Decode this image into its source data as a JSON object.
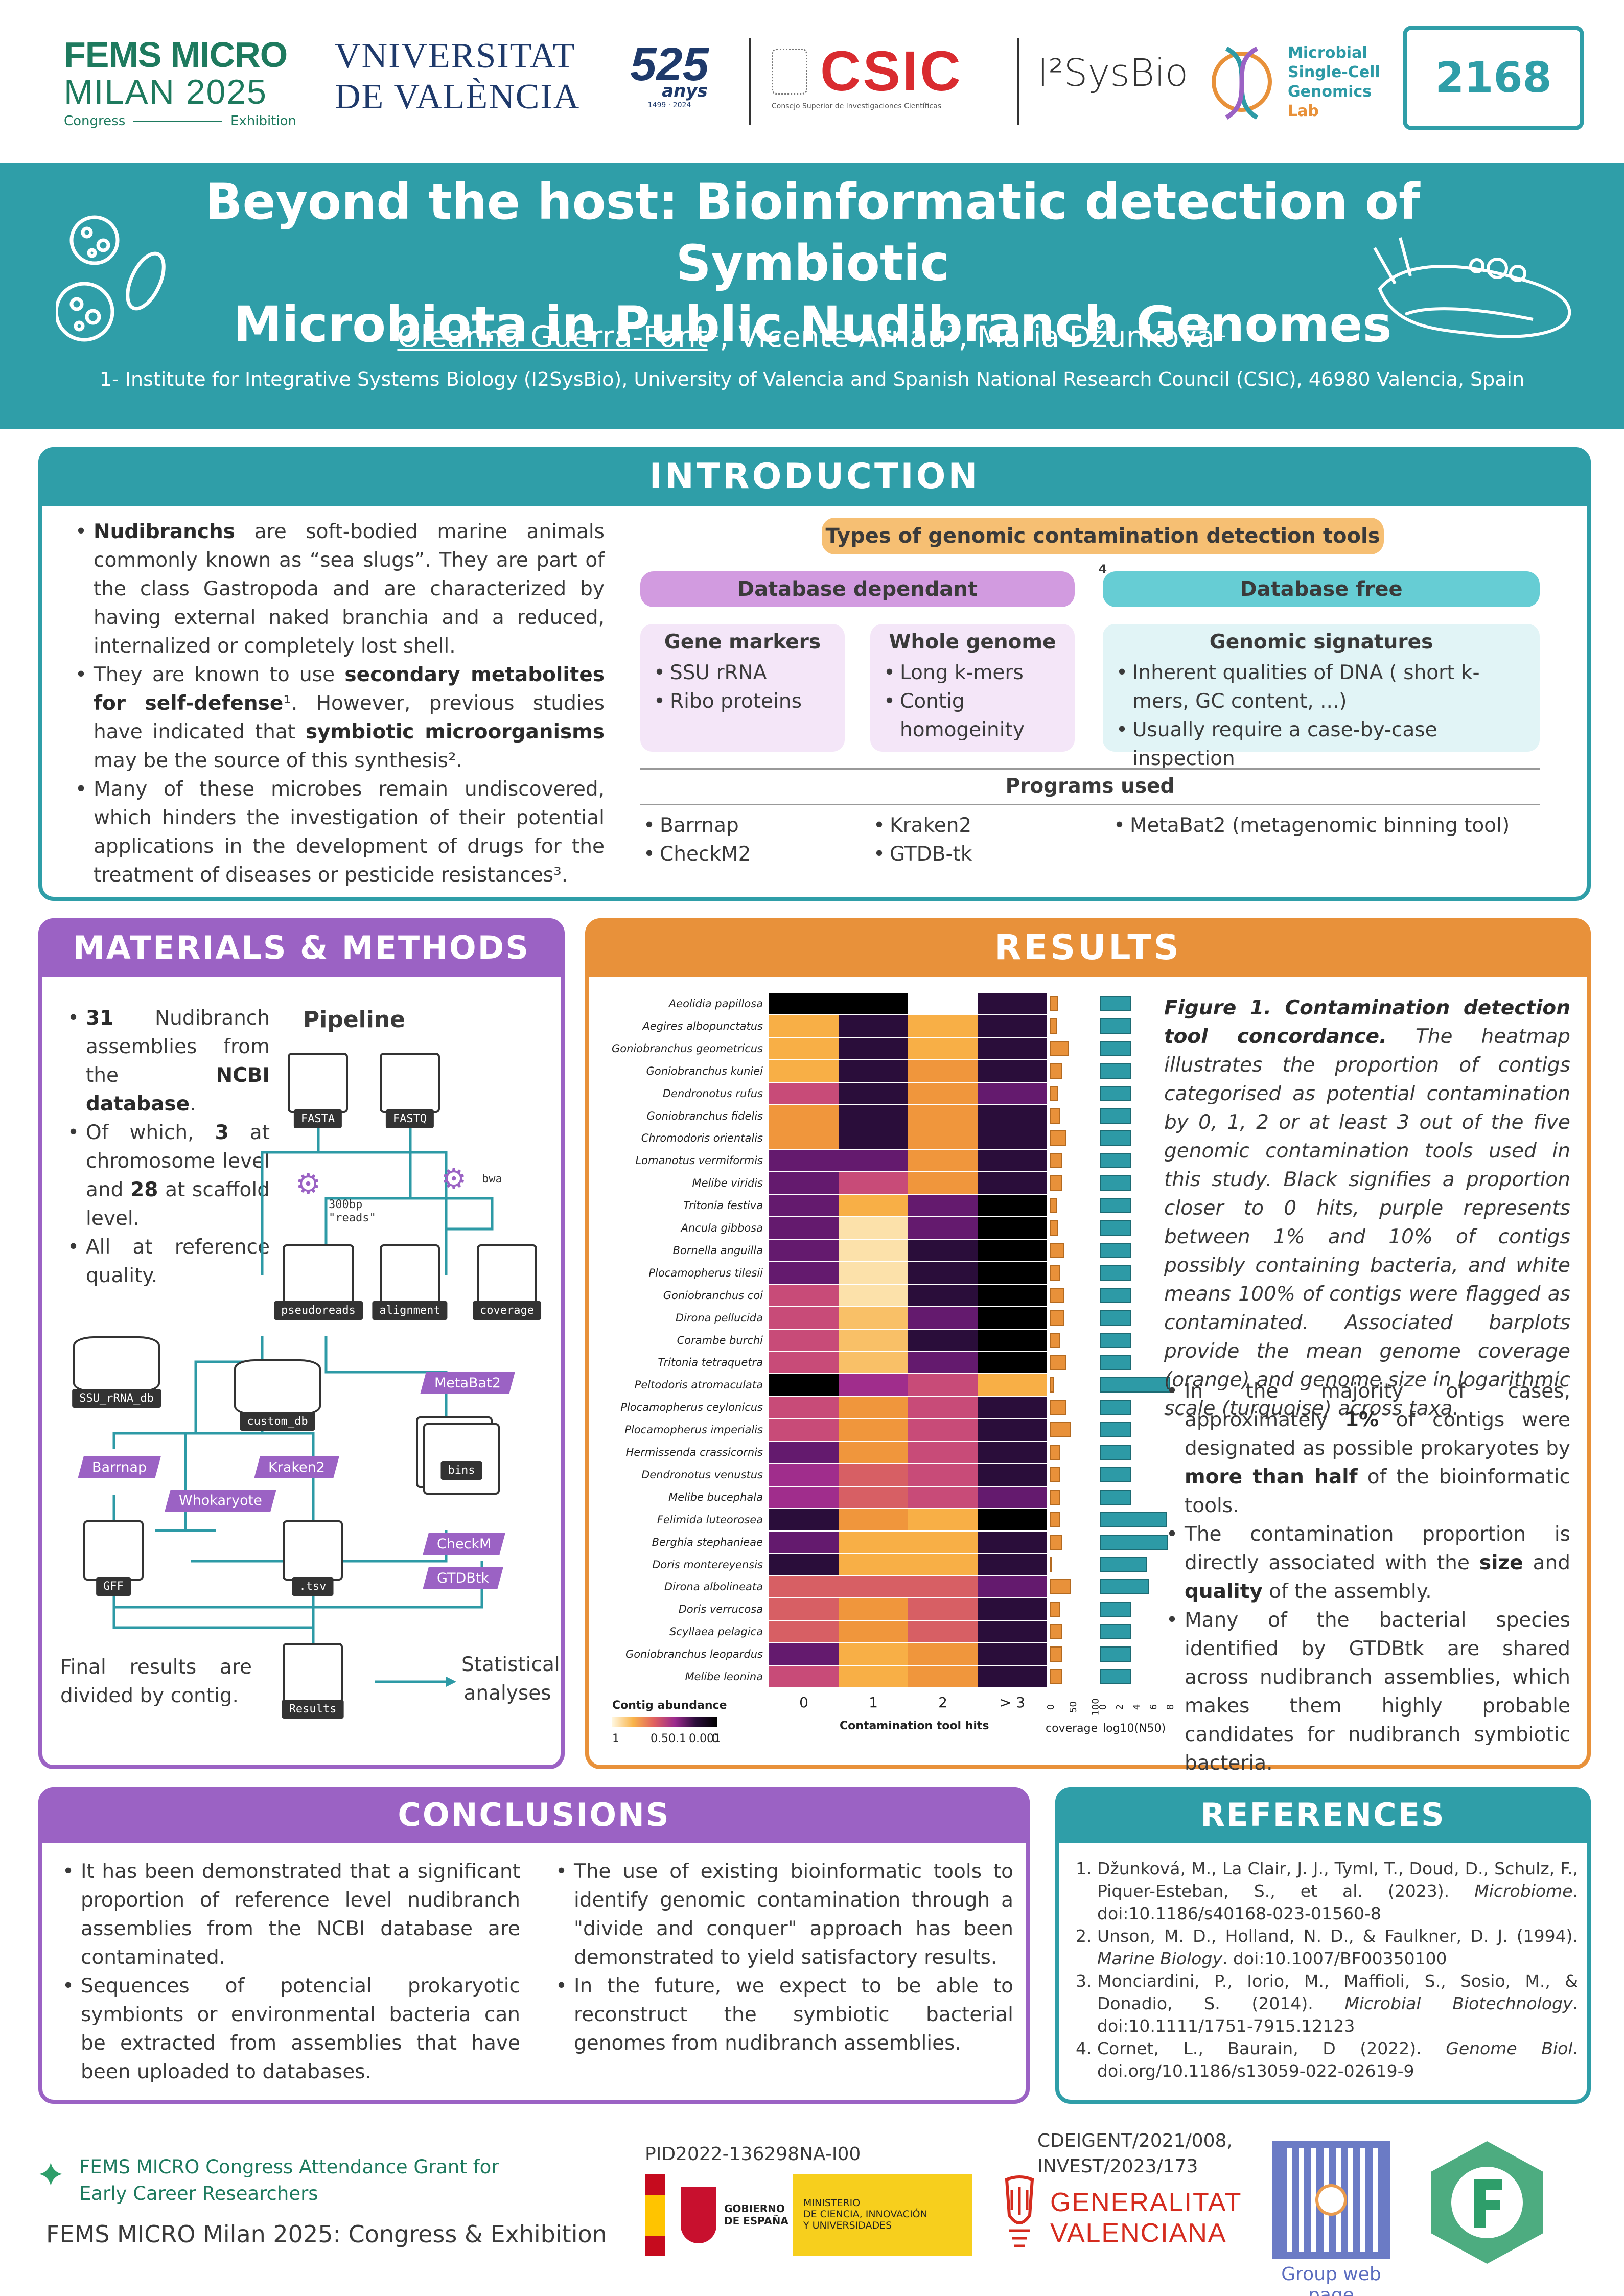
{
  "header": {
    "congress_logo": {
      "line1": "FEMS MICRO",
      "line2": "MILAN 2025",
      "left": "Congress",
      "right": "Exhibition"
    },
    "uv_logo": {
      "line1": "VNIVERSITAT",
      "line2": "DE VALÈNCIA"
    },
    "anniv_logo": {
      "number": "525",
      "word": "anys",
      "years": "1499 · 2024"
    },
    "csic_logo": {
      "name": "CSIC",
      "sub": "Consejo Superior de Investigaciones Científicas"
    },
    "i2sysbio_logo": "I²SysBio",
    "lab_logo": {
      "line1": "Microbial",
      "line2": "Single-Cell",
      "line3": "Genomics",
      "line4": "Lab"
    },
    "poster_number": "2168"
  },
  "title": {
    "line1": "Beyond the host: Bioinformatic detection of Symbiotic",
    "line2": "Microbiota in Public Nudibranch Genomes",
    "presenter": "Oleanna Guerra-Font",
    "authors_rest": "¹, Vicente Arnau¹, Mária Džunková¹",
    "affiliation": "1- Institute for Integrative Systems Biology (I2SysBio), University of Valencia and Spanish National Research Council (CSIC), 46980 Valencia, Spain"
  },
  "colors": {
    "teal": "#2f9ea8",
    "purple": "#9b62c4",
    "orange": "#e8913a"
  },
  "intro": {
    "heading": "INTRODUCTION",
    "p1_bold": "Nudibranchs",
    "p1_rest": " are soft-bodied marine animals commonly known as “sea slugs”. They are part of the class Gastropoda and are characterized by having external naked branchia and a reduced, internalized or completely lost shell.",
    "p2_a": "They are known to use ",
    "p2_bold1": "secondary metabolites for self-defense",
    "p2_b": "¹. However, previous studies have indicated that ",
    "p2_bold2": "symbiotic microorganisms",
    "p2_c": " may be the source of this synthesis².",
    "p3": "Many of these microbes remain undiscovered, which hinders the investigation of their potential applications in the development of drugs for the treatment of diseases or pesticide resistances³.",
    "tools_title": "Types of genomic contamination detection tools ⁴",
    "db_dep": "Database dependant",
    "db_free": "Database free",
    "gene_markers": {
      "title": "Gene markers",
      "items": [
        "SSU rRNA",
        "Ribo proteins"
      ]
    },
    "whole_genome": {
      "title": "Whole genome",
      "items": [
        "Long k-mers",
        "Contig homogeinity"
      ]
    },
    "genomic_sig": {
      "title": "Genomic signatures",
      "items": [
        "Inherent qualities of DNA ( short k-mers, GC content, ...)",
        "Usually require a case-by-case inspection"
      ]
    },
    "programs_title": "Programs used",
    "programs": {
      "col1": [
        "Barrnap",
        "CheckM2"
      ],
      "col2": [
        "Kraken2",
        "GTDB-tk"
      ],
      "col3": [
        "MetaBat2 (metagenomic binning tool)"
      ]
    }
  },
  "methods": {
    "heading": "MATERIALS & METHODS",
    "b1_num": "31",
    "b1_rest": " Nudibranch assemblies from the ",
    "b1_bold": "NCBI database",
    "b1_end": ".",
    "b2_a": "Of which, ",
    "b2_n1": "3",
    "b2_b": " at chromosome level and ",
    "b2_n2": "28",
    "b2_c": " at scaffold level.",
    "b3": "All at reference quality.",
    "pipeline_title": "Pipeline",
    "files": {
      "fasta": "FASTA",
      "fastq": "FASTQ",
      "pseudoreads": "pseudoreads",
      "alignment": "alignment",
      "coverage": "coverage",
      "ssu": "SSU_rRNA_db",
      "custom": "custom_db",
      "bins": "bins",
      "gff": "GFF",
      "tsv": ".tsv",
      "results": "Results"
    },
    "step_reads": "300bp\n\"reads\"",
    "step_bwa": "bwa",
    "tags": {
      "metabat": "MetaBat2",
      "barrnap": "Barrnap",
      "whokaryote": "Whokaryote",
      "kraken": "Kraken2",
      "checkm": "CheckM",
      "gtdbtk": "GTDBtk"
    },
    "final_text": "Final results are divided by contig.",
    "stat_text": "Statistical analyses"
  },
  "results": {
    "heading": "RESULTS",
    "fig_caption_bold": "Figure 1. Contamination detection tool concordance.",
    "fig_caption": " The heatmap illustrates the proportion of contigs categorised as potential contamination by 0, 1, 2 or at least 3 out of the five genomic contamination tools used in this study. Black signifies a proportion closer to 0 hits, purple represents between 1% and 10% of contigs possibly containing bacteria, and white means 100% of contigs were flagged as contaminated. Associated barplots provide the mean genome coverage (orange) and genome size in logarithmic scale (turquoise) across taxa.",
    "r1_a": "In the majority of cases, approximately ",
    "r1_b": "1%",
    "r1_c": " of contigs were designated as possible prokaryotes by ",
    "r1_d": "more than half",
    "r1_e": " of the bioinformatic tools.",
    "r2_a": "The contamination proportion is directly associated with the ",
    "r2_b": "size",
    "r2_c": " and ",
    "r2_d": "quality",
    "r2_e": " of the assembly.",
    "r3": "Many of the bacterial species identified by GTDBtk are shared across nudibranch assemblies, which makes them highly probable candidates for nudibranch symbiotic bacteria."
  },
  "chart_data": {
    "type": "heatmap",
    "xlabel": "Contamination tool hits",
    "categories": [
      "0",
      "1",
      "2",
      "> 3"
    ],
    "legend_title": "Contig abundance",
    "legend_ticks": [
      "1",
      "0.5",
      "0.1",
      "0.001",
      "0"
    ],
    "rows": [
      "Aeolidia papillosa",
      "Aegires albopunctatus",
      "Goniobranchus geometricus",
      "Goniobranchus kuniei",
      "Dendronotus rufus",
      "Goniobranchus fidelis",
      "Chromodoris orientalis",
      "Lomanotus vermiformis",
      "Melibe viridis",
      "Tritonia festiva",
      "Ancula gibbosa",
      "Bornella anguilla",
      "Plocamopherus tilesii",
      "Goniobranchus coi",
      "Dirona pellucida",
      "Corambe burchi",
      "Tritonia tetraquetra",
      "Peltodoris atromaculata",
      "Plocamopherus ceylonicus",
      "Plocamopherus imperialis",
      "Hermissenda crassicornis",
      "Dendronotus venustus",
      "Melibe bucephala",
      "Felimida luteorosea",
      "Berghia stephanieae",
      "Doris montereyensis",
      "Dirona albolineata",
      "Doris verrucosa",
      "Scyllaea pelagica",
      "Goniobranchus leopardus",
      "Melibe leonina"
    ],
    "values": [
      [
        0.0,
        0.0,
        1.0,
        0.001
      ],
      [
        0.5,
        0.001,
        0.5,
        0.001
      ],
      [
        0.5,
        0.001,
        0.5,
        0.001
      ],
      [
        0.5,
        0.001,
        0.3,
        0.001
      ],
      [
        0.1,
        0.001,
        0.3,
        0.01
      ],
      [
        0.3,
        0.001,
        0.3,
        0.001
      ],
      [
        0.3,
        0.001,
        0.3,
        0.001
      ],
      [
        0.01,
        0.01,
        0.3,
        0.001
      ],
      [
        0.01,
        0.1,
        0.3,
        0.001
      ],
      [
        0.01,
        0.5,
        0.01,
        0.0
      ],
      [
        0.01,
        0.8,
        0.01,
        0.0
      ],
      [
        0.01,
        0.8,
        0.001,
        0.0
      ],
      [
        0.01,
        0.8,
        0.001,
        0.0
      ],
      [
        0.1,
        0.8,
        0.001,
        0.0
      ],
      [
        0.1,
        0.6,
        0.01,
        0.0
      ],
      [
        0.1,
        0.6,
        0.001,
        0.0
      ],
      [
        0.1,
        0.6,
        0.01,
        0.0
      ],
      [
        0.0,
        0.05,
        0.1,
        0.5
      ],
      [
        0.1,
        0.3,
        0.1,
        0.001
      ],
      [
        0.1,
        0.3,
        0.1,
        0.001
      ],
      [
        0.01,
        0.3,
        0.1,
        0.001
      ],
      [
        0.05,
        0.2,
        0.1,
        0.001
      ],
      [
        0.05,
        0.2,
        0.1,
        0.01
      ],
      [
        0.001,
        0.3,
        0.5,
        0.0
      ],
      [
        0.01,
        0.5,
        0.5,
        0.001
      ],
      [
        0.001,
        0.5,
        0.5,
        0.001
      ],
      [
        0.2,
        0.2,
        0.2,
        0.01
      ],
      [
        0.2,
        0.3,
        0.2,
        0.001
      ],
      [
        0.2,
        0.3,
        0.2,
        0.001
      ],
      [
        0.01,
        0.5,
        0.3,
        0.001
      ],
      [
        0.1,
        0.5,
        0.3,
        0.001
      ]
    ],
    "coverage": [
      20,
      18,
      45,
      30,
      20,
      25,
      40,
      30,
      30,
      18,
      20,
      35,
      25,
      35,
      35,
      25,
      40,
      10,
      40,
      50,
      25,
      25,
      25,
      25,
      30,
      3,
      50,
      25,
      30,
      30,
      30
    ],
    "coverage_label": "coverage",
    "coverage_ticks": [
      "0",
      "50",
      "100"
    ],
    "coverage_max": 100,
    "size_log": [
      3.5,
      3.5,
      3.5,
      3.5,
      3.5,
      3.5,
      3.5,
      3.5,
      3.5,
      3.5,
      3.5,
      3.5,
      3.5,
      3.5,
      3.5,
      3.5,
      3.5,
      7.8,
      3.5,
      3.5,
      3.5,
      3.5,
      3.5,
      7.5,
      7.6,
      5.2,
      5.5,
      3.5,
      3.5,
      3.5,
      3.5
    ],
    "size_label": "log10(N50)",
    "size_ticks": [
      "0",
      "2",
      "4",
      "6",
      "8"
    ],
    "size_max": 8
  },
  "conclusions": {
    "heading": "CONCLUSIONS",
    "c1": "It has been demonstrated that a significant proportion of reference level nudibranch assemblies from the NCBI database are contaminated.",
    "c2": "Sequences of potencial prokaryotic symbionts or environmental bacteria can be extracted from assemblies that have been uploaded to databases.",
    "c3": "The use of existing bioinformatic tools to identify genomic contamination through a \"divide and conquer\" approach has been demonstrated to yield satisfactory results.",
    "c4": "In the future, we expect to be able to reconstruct the symbiotic bacterial genomes from nudibranch assemblies."
  },
  "references": {
    "heading": "REFERENCES",
    "r1a": "Džunková, M., La Clair, J. J., Tyml, T., Doud, D., Schulz, F., Piquer-Esteban, S., et al. (2023). ",
    "r1i": "Microbiome",
    "r1b": ". doi:10.1186/s40168-023-01560-8",
    "r2a": "Unson, M. D., Holland, N. D., & Faulkner, D. J. (1994). ",
    "r2i": "Marine Biology",
    "r2b": ". doi:10.1007/BF00350100",
    "r3a": "Monciardini, P., Iorio, M., Maffioli, S., Sosio, M., & Donadio, S. (2014). ",
    "r3i": "Microbial Biotechnology",
    "r3b": ". doi:10.1111/1751-7915.12123",
    "r4a": "Cornet, L., Baurain, D (2022). ",
    "r4i": "Genome Biol",
    "r4b": ". doi.org/10.1186/s13059-022-02619-9"
  },
  "footer": {
    "grant_line1": "FEMS MICRO Congress Attendance Grant for",
    "grant_line2": "Early Career Researchers",
    "event": "FEMS MICRO Milan 2025: Congress & Exhibition",
    "pid": "PID2022-136298NA-I00",
    "gob1": "GOBIERNO",
    "gob2": "DE ESPAÑA",
    "min1": "MINISTERIO",
    "min2": "DE CIENCIA, INNOVACIÓN",
    "min3": "Y UNIVERSIDADES",
    "cdeigent1": "CDEIGENT/2021/008,",
    "cdeigent2": "INVEST/2023/173",
    "gv1": "GENERALITAT",
    "gv2": "VALENCIANA",
    "group_web": "Group web page"
  }
}
